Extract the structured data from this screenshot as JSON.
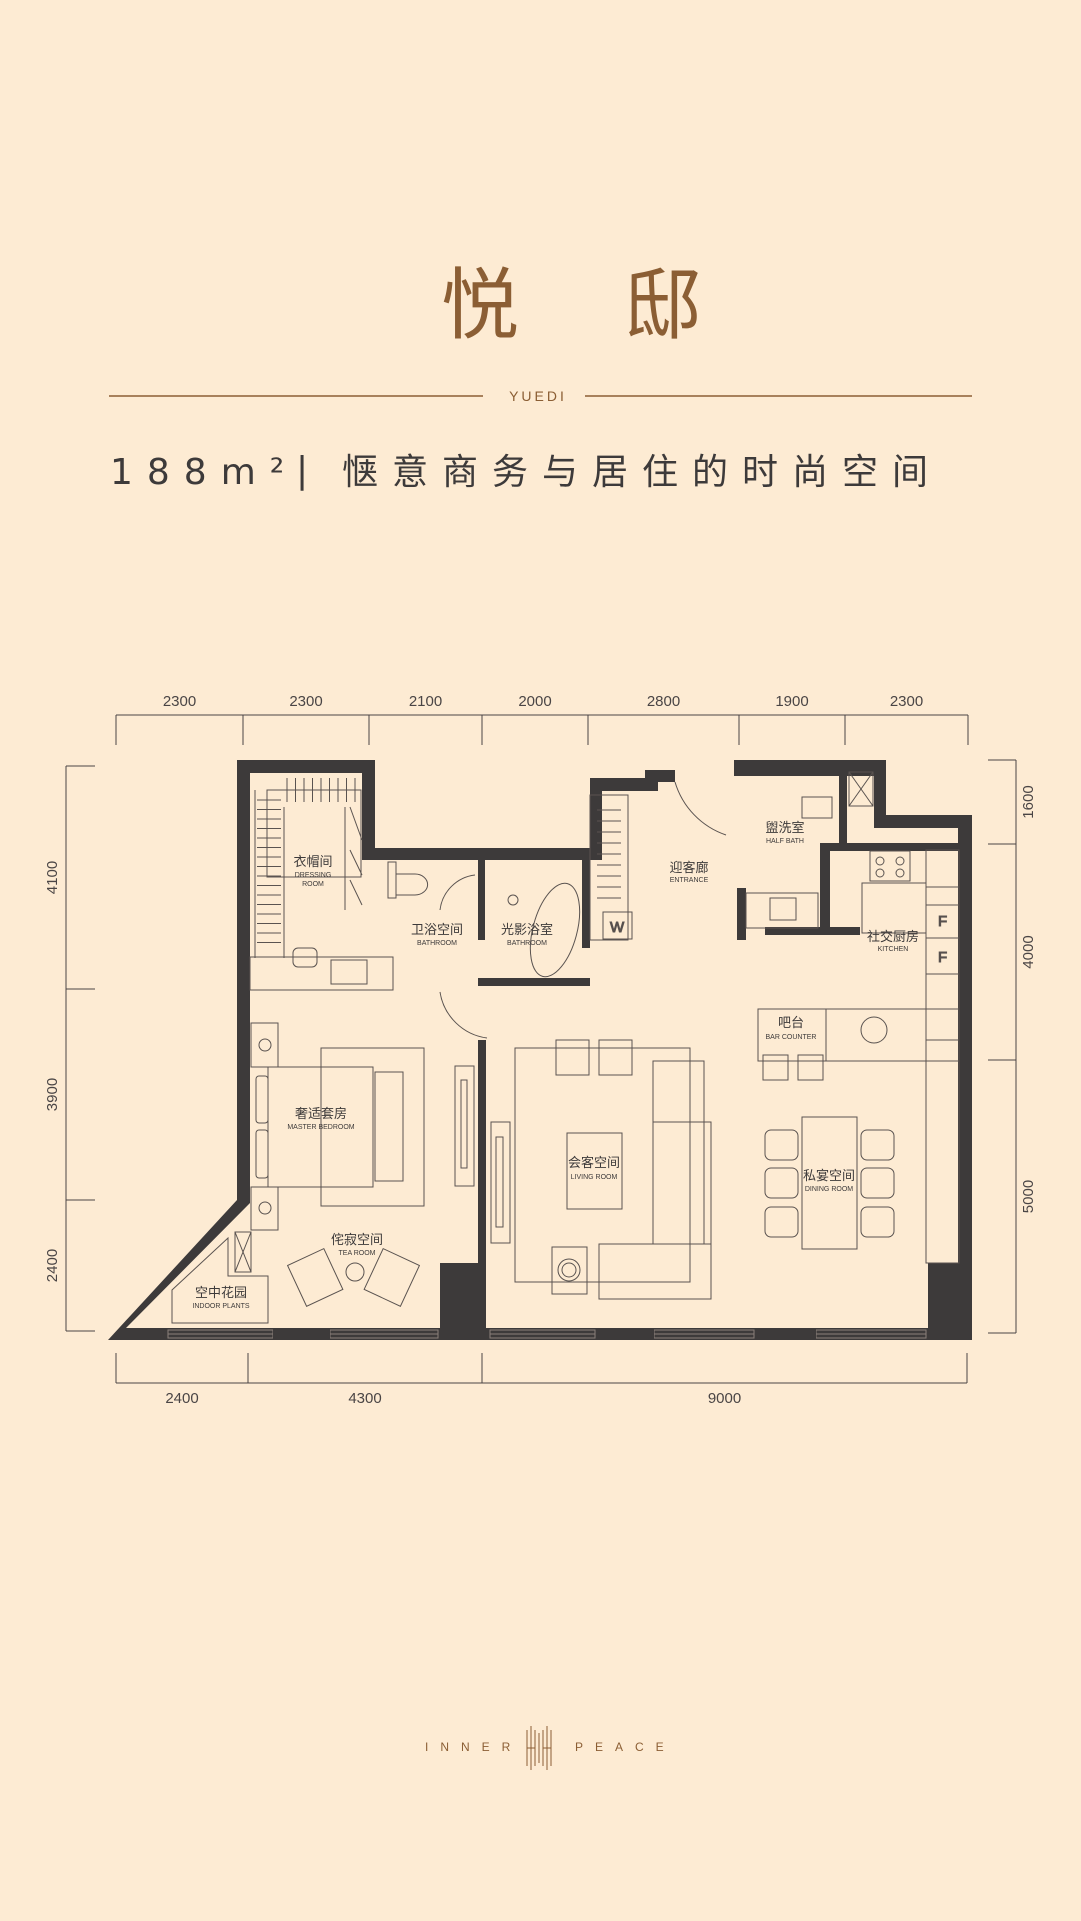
{
  "header": {
    "title": "悦 邸",
    "subtitle_en": "YUEDI",
    "area": "188m²",
    "divider": "|",
    "tagline": "惬意商务与居住的时尚空间"
  },
  "colors": {
    "background": "#fdebd3",
    "accent": "#8b5e34",
    "wall": "#3d3a3a"
  },
  "dimensions": {
    "top": [
      "2300",
      "2300",
      "2100",
      "2000",
      "2800",
      "1900",
      "2300"
    ],
    "bottom": [
      "2400",
      "4300",
      "9000"
    ],
    "left": [
      "4100",
      "3900",
      "2400"
    ],
    "right": [
      "1600",
      "4000",
      "5000"
    ]
  },
  "rooms": [
    {
      "zh": "衣帽间",
      "en1": "DRESSING",
      "en2": "ROOM"
    },
    {
      "zh": "卫浴空间",
      "en1": "BATHROOM"
    },
    {
      "zh": "光影浴室",
      "en1": "BATHROOM"
    },
    {
      "zh": "迎客廊",
      "en1": "ENTRANCE"
    },
    {
      "zh": "盥洗室",
      "en1": "HALF BATH"
    },
    {
      "zh": "社交厨房",
      "en1": "KITCHEN"
    },
    {
      "zh": "吧台",
      "en1": "BAR COUNTER"
    },
    {
      "zh": "奢适套房",
      "en1": "MASTER BEDROOM"
    },
    {
      "zh": "侘寂空间",
      "en1": "TEA ROOM"
    },
    {
      "zh": "空中花园",
      "en1": "INDOOR PLANTS"
    },
    {
      "zh": "会客空间",
      "en1": "LIVING ROOM"
    },
    {
      "zh": "私宴空间",
      "en1": "DINING ROOM"
    }
  ],
  "fixtures": {
    "washer": "W",
    "fridge_1": "F",
    "fridge_2": "F"
  },
  "footer": {
    "left": "INNER",
    "right": "PEACE",
    "logo": "inner-peace-logo"
  }
}
